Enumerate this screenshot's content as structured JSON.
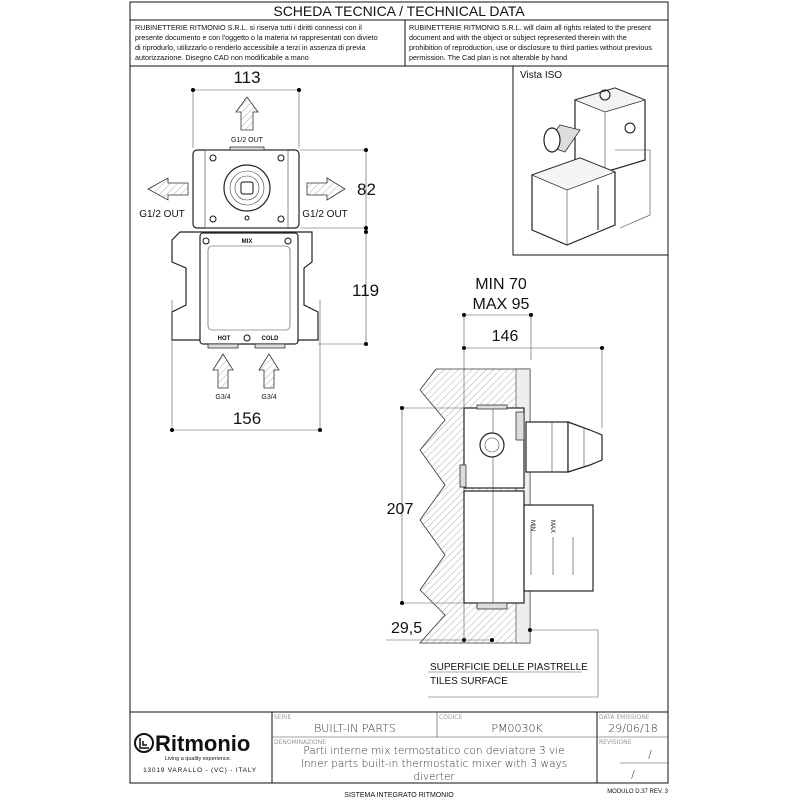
{
  "header": {
    "title": "SCHEDA TECNICA / TECHNICAL DATA",
    "notice_it": [
      "RUBINETTERIE RITMONIO S.R.L. si riserva tutti i diritti connessi con il",
      "presente documento e con l'oggetto o la materia ivi rappresentati con divieto",
      "di riprodurlo, utilizzarlo o renderlo accessibile a terzi in assenza di previa",
      "autorizzazione. Disegno CAD non modificabile a mano"
    ],
    "notice_en": [
      "RUBINETTERIE RITMONIO S.R.L. will claim all rights related to the present",
      "document and with the object or subject represented therein with the",
      "prohibition  of reproduction, use or disclosure to third parties without previous",
      "permission.  The Cad plan is not alterable by hand"
    ]
  },
  "front_view": {
    "dim_width_top": "113",
    "dim_height_top": "82",
    "dim_height_bottom": "119",
    "dim_width_bottom": "156",
    "out_top": "G1/2 OUT",
    "out_left": "G1/2 OUT",
    "out_right": "G1/2 OUT",
    "mix": "MIX",
    "hot": "HOT",
    "cold": "COLD",
    "in_hot": "G3/4",
    "in_cold": "G3/4"
  },
  "iso_view": {
    "label": "Vista ISO"
  },
  "side_view": {
    "depth_min": "MIN 70",
    "depth_max": "MAX 95",
    "dim_146": "146",
    "dim_207": "207",
    "dim_29_5": "29,5",
    "cover_min": "MIN",
    "cover_max": "MAX",
    "tiles_it": "SUPERFICIE DELLE PIASTRELLE",
    "tiles_en": "TILES SURFACE"
  },
  "title_block": {
    "brand": "Ritmonio",
    "tagline": "Living a quality experience.",
    "address": "13019 VARALLO - (VC) - ITALY",
    "serie_label": "SERIE",
    "serie": "BUILT-IN PARTS",
    "codice_label": "CODICE",
    "codice": "PM0030K",
    "data_label": "DATA EMISSIONE",
    "data": "29/06/18",
    "denominazione_label": "DENOMINAZIONE",
    "desc_it": "Parti interne mix termostatico con deviatore 3 vie",
    "desc_en": "Inner parts built-in thermostatic mixer with 3 ways",
    "desc_en2": "diverter",
    "revisione_label": "REVISIONE",
    "revisione": "/",
    "revisione2": "/"
  },
  "footer": {
    "module": "MODULO D.37 REV. 3",
    "system": "SISTEMA INTEGRATO RITMONIO"
  }
}
